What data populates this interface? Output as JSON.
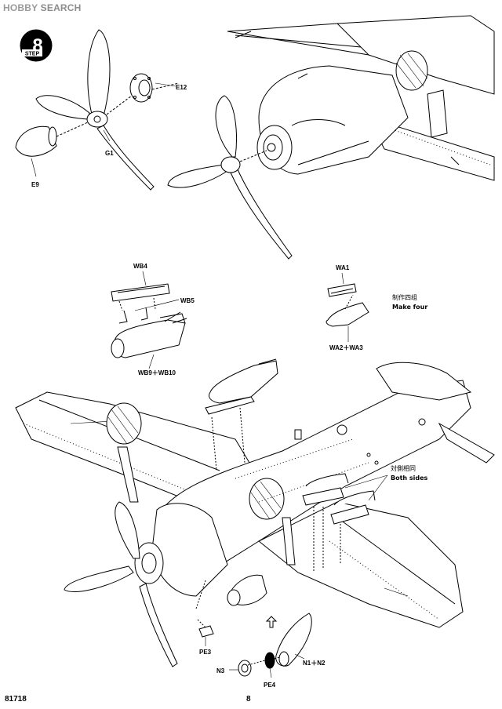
{
  "watermark": {
    "brand": "HOBBY",
    "suffix": " SEARCH"
  },
  "step": {
    "word": "STEP",
    "number": "8"
  },
  "parts": {
    "e12": "E12",
    "g1": "G1",
    "e9": "E9",
    "wb4": "WB4",
    "wb5": "WB5",
    "wb9_wb10": "WB9＋WB10",
    "wa1": "WA1",
    "wa2_wa3": "WA2＋WA3",
    "pe3": "PE3",
    "n3": "N3",
    "pe4": "PE4",
    "n1_n2": "N1＋N2"
  },
  "notes": {
    "make_four_cn": "制作四组",
    "make_four_en": "Make four",
    "both_sides_cn": "対側相同",
    "both_sides_en": "Both sides"
  },
  "footer": {
    "kit_number": "81718",
    "page_number": "8"
  },
  "colors": {
    "ink": "#000000",
    "paper": "#ffffff",
    "watermark": "#8c8c8c"
  }
}
